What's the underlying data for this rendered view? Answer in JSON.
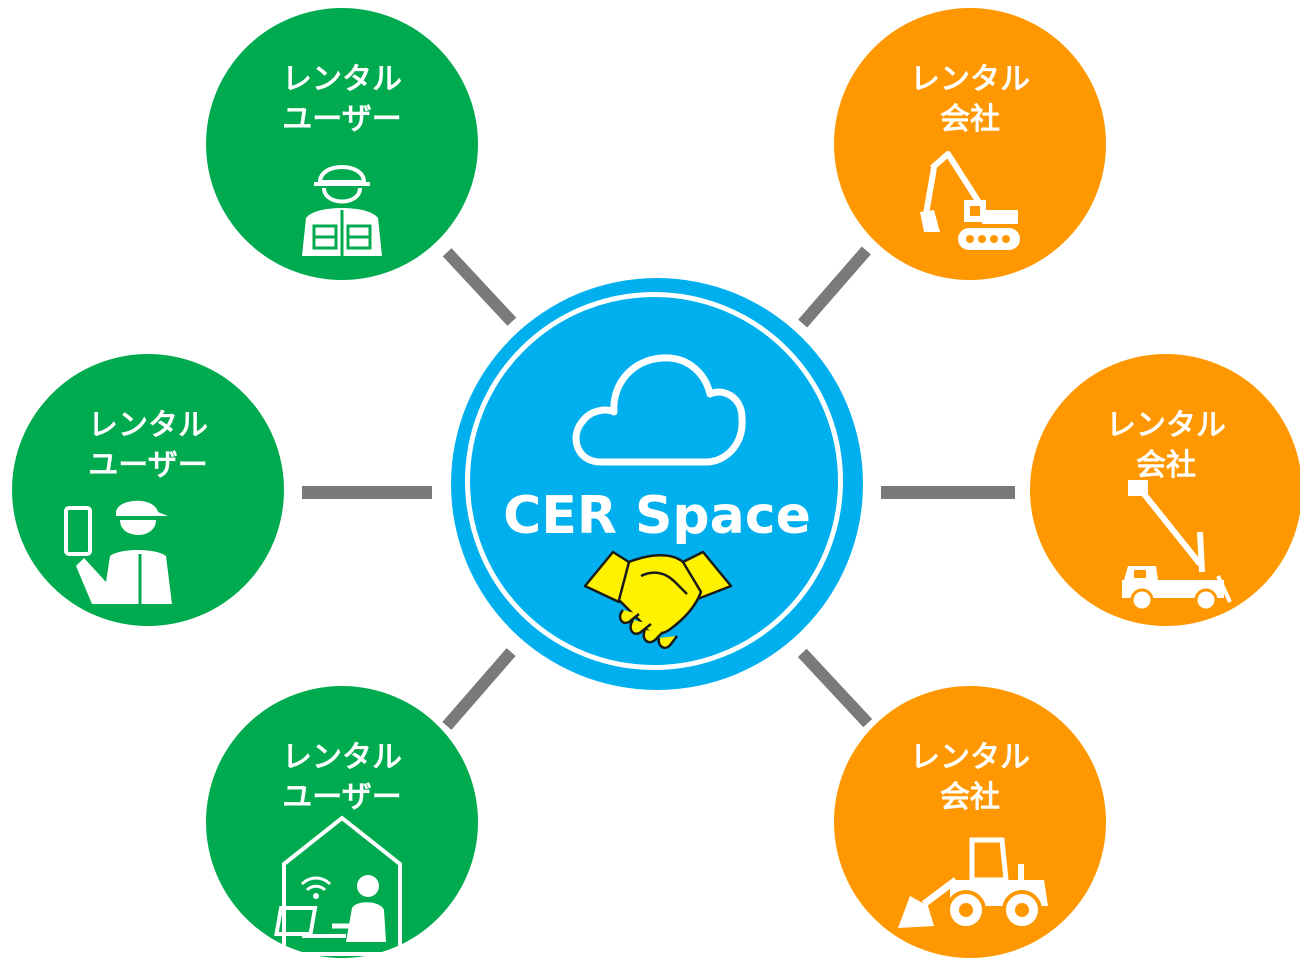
{
  "hub": {
    "title": "CER Space",
    "color": "#00b0ee",
    "icons": [
      "cloud-icon",
      "handshake-icon"
    ]
  },
  "users": [
    {
      "line1": "レンタル",
      "line2": "ユーザー",
      "icon": "construction-worker-icon"
    },
    {
      "line1": "レンタル",
      "line2": "ユーザー",
      "icon": "worker-with-tablet-icon"
    },
    {
      "line1": "レンタル",
      "line2": "ユーザー",
      "icon": "remote-worker-house-icon"
    }
  ],
  "companies": [
    {
      "line1": "レンタル",
      "line2": "会社",
      "icon": "excavator-icon"
    },
    {
      "line1": "レンタル",
      "line2": "会社",
      "icon": "aerial-lift-truck-icon"
    },
    {
      "line1": "レンタル",
      "line2": "会社",
      "icon": "wheel-loader-icon"
    }
  ],
  "colors": {
    "user": "#00ab4f",
    "company": "#ff9800",
    "connector": "#7a7a7a",
    "handshake": "#fff200"
  }
}
